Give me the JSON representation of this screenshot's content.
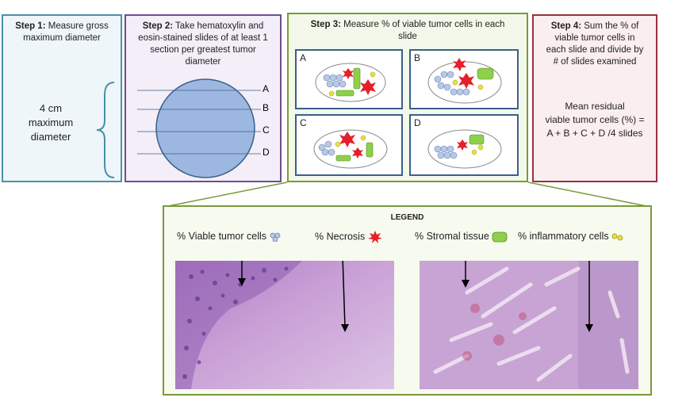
{
  "step1": {
    "heading": "Step 1:",
    "text": "Measure gross maximum diameter",
    "measure_value": "4 cm",
    "measure_line2": "maximum",
    "measure_line3": "diameter"
  },
  "step2": {
    "heading": "Step 2:",
    "text": "Take hematoxylin and eosin-stained slides of at least 1 section per greatest tumor diameter",
    "section_labels": [
      "A",
      "B",
      "C",
      "D"
    ]
  },
  "step3": {
    "heading": "Step 3:",
    "text": "Measure % of viable tumor cells in each slide",
    "slides": [
      "A",
      "B",
      "C",
      "D"
    ]
  },
  "step4": {
    "heading": "Step 4:",
    "text": "Sum the % of viable tumor cells in each slide and divide by # of slides examined",
    "formula_line1": "Mean residual",
    "formula_line2": "viable tumor cells (%) =",
    "formula_line3": "A + B + C + D /4 slides"
  },
  "legend": {
    "title": "LEGEND",
    "items": [
      "% Viable tumor cells",
      "% Necrosis",
      "% Stromal tissue",
      "% inflammatory cells"
    ]
  },
  "colors": {
    "step1_border": "#4a90a8",
    "step2_border": "#6b4f8e",
    "step3_border": "#7a9a3a",
    "step4_border": "#9a3040",
    "tumor_section": "#9db8e0",
    "viable_cell": "#b8c8e6",
    "necrosis": "#e5202a",
    "stroma": "#8fcf4a",
    "inflammatory": "#e8e23a",
    "tissue": "#c9a0d6"
  }
}
